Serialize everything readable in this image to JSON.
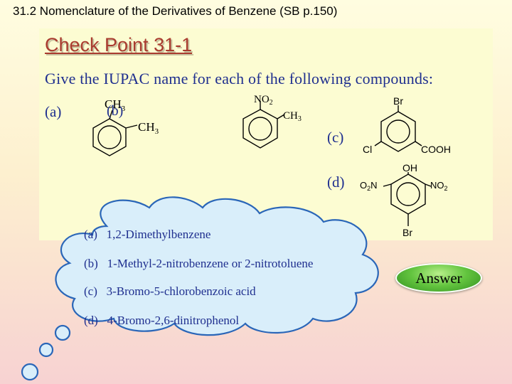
{
  "header": {
    "title": "31.2 Nomenclature of the Derivatives of Benzene (SB p.150)"
  },
  "checkpoint": {
    "title": "Check Point 31-1"
  },
  "question": {
    "instruction": "Give the IUPAC name for each of the following compounds:",
    "labels": {
      "a": "(a)",
      "b": "(b)",
      "c": "(c)",
      "d": "(d)"
    }
  },
  "structures": {
    "a": {
      "subs": [
        "CH3",
        "CH3"
      ],
      "sub_text": {
        "top": "CH",
        "top_sub": "3",
        "right": "CH",
        "right_sub": "3"
      }
    },
    "b": {
      "sub_text": {
        "no2": "NO",
        "no2_sub": "2",
        "ch3": "CH",
        "ch3_sub": "3"
      }
    },
    "c": {
      "sub_text": {
        "br": "Br",
        "cl": "Cl",
        "cooh": "COOH"
      }
    },
    "d": {
      "sub_text": {
        "oh": "OH",
        "o2n": "O",
        "o2n_sub": "2",
        "o2n_tail": "N",
        "no2": "NO",
        "no2_sub": "2",
        "br": "Br"
      }
    }
  },
  "answers": [
    {
      "label": "(a)",
      "text": "1,2-Dimethylbenzene"
    },
    {
      "label": "(b)",
      "text": "1-Methyl-2-nitrobenzene or 2-nitrotoluene"
    },
    {
      "label": "(c)",
      "text": "3-Bromo-5-chlorobenzoic acid"
    },
    {
      "label": "(d)",
      "text": "4-Bromo-2,6-dinitrophenol"
    }
  ],
  "answer_button": {
    "label": "Answer"
  },
  "colors": {
    "title": "#a93b2f",
    "text": "#1f2f8f",
    "cloud": "#d9eefa",
    "button": "#63c43f"
  }
}
